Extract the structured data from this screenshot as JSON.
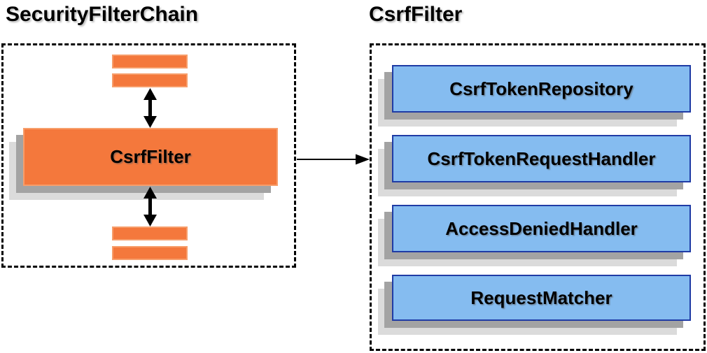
{
  "left_panel": {
    "title": "SecurityFilterChain",
    "filter_label": "CsrfFilter"
  },
  "right_panel": {
    "title": "CsrfFilter",
    "components": [
      "CsrfTokenRepository",
      "CsrfTokenRequestHandler",
      "AccessDeniedHandler",
      "RequestMatcher"
    ]
  },
  "icons": {
    "bidirectional_arrow": "up-down-arrow",
    "flow_arrow": "right-arrow"
  },
  "colors": {
    "orange_fill": "#F4783C",
    "orange_border": "#F79E6B",
    "blue_fill": "#85BCF0",
    "blue_border": "#1F3BA5",
    "shadow_dark": "#A3A3A3",
    "shadow_light": "#DBDBDB",
    "line_black": "#000000"
  }
}
